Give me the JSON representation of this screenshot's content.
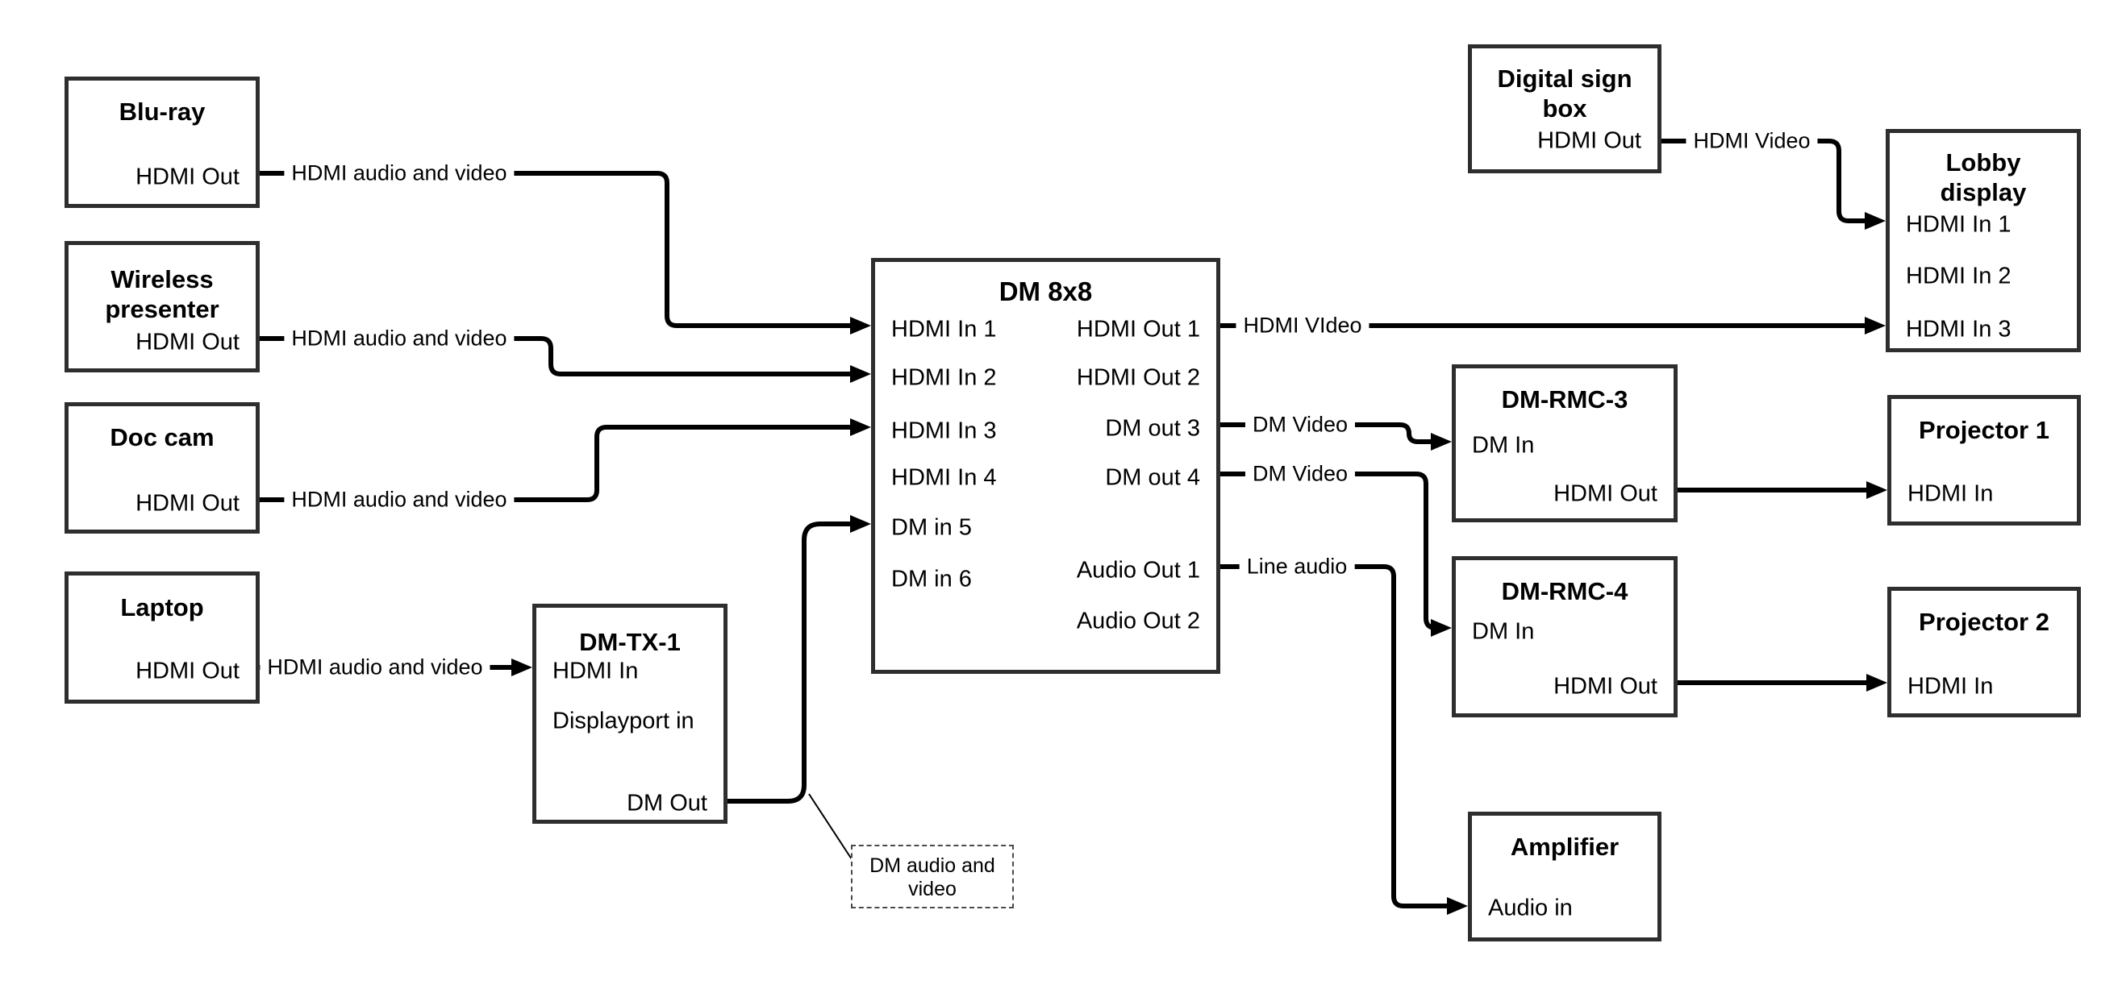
{
  "colors": {
    "background": "#ffffff",
    "line": "#000000",
    "box_border": "#2e2e2e",
    "text": "#000000"
  },
  "nodes": {
    "bluray": {
      "title": "Blu-ray",
      "port_hdmi_out": "HDMI Out"
    },
    "wireless": {
      "title": "Wireless presenter",
      "port_hdmi_out": "HDMI Out"
    },
    "doccam": {
      "title": "Doc cam",
      "port_hdmi_out": "HDMI Out"
    },
    "laptop": {
      "title": "Laptop",
      "port_hdmi_out": "HDMI Out"
    },
    "dmtx1": {
      "title": "DM-TX-1",
      "port_hdmi_in": "HDMI In",
      "port_dp_in": "Displayport in",
      "port_dm_out": "DM Out"
    },
    "dm8x8": {
      "title": "DM 8x8",
      "inputs": [
        "HDMI In 1",
        "HDMI In 2",
        "HDMI In 3",
        "HDMI In 4",
        "DM in 5",
        "DM in 6"
      ],
      "outputs": [
        "HDMI Out 1",
        "HDMI Out 2",
        "DM out 3",
        "DM out 4",
        "Audio Out 1",
        "Audio Out 2"
      ]
    },
    "digitalsign": {
      "title": "Digital sign box",
      "port_hdmi_out": "HDMI Out"
    },
    "lobby": {
      "title": "Lobby display",
      "ports": [
        "HDMI In 1",
        "HDMI In 2",
        "HDMI In 3"
      ]
    },
    "rmc3": {
      "title": "DM-RMC-3",
      "port_dm_in": "DM In",
      "port_hdmi_out": "HDMI Out"
    },
    "proj1": {
      "title": "Projector 1",
      "port_hdmi_in": "HDMI In"
    },
    "rmc4": {
      "title": "DM-RMC-4",
      "port_dm_in": "DM In",
      "port_hdmi_out": "HDMI Out"
    },
    "proj2": {
      "title": "Projector 2",
      "port_hdmi_in": "HDMI In"
    },
    "amplifier": {
      "title": "Amplifier",
      "port_audio_in": "Audio in"
    }
  },
  "wire_labels": {
    "bluray_to_in1": "HDMI audio and video",
    "wireless_to_in2": "HDMI audio and video",
    "doccam_to_in3": "HDMI audio and video",
    "laptop_to_tx1": "HDMI audio and video",
    "digitalsign_to_lobby": "HDMI Video",
    "out1_to_lobby": "HDMI VIdeo",
    "out3_to_rmc3": "DM Video",
    "out4_to_rmc4": "DM Video",
    "audio1_to_amp": "Line audio",
    "note_dm_av": "DM audio and video"
  }
}
